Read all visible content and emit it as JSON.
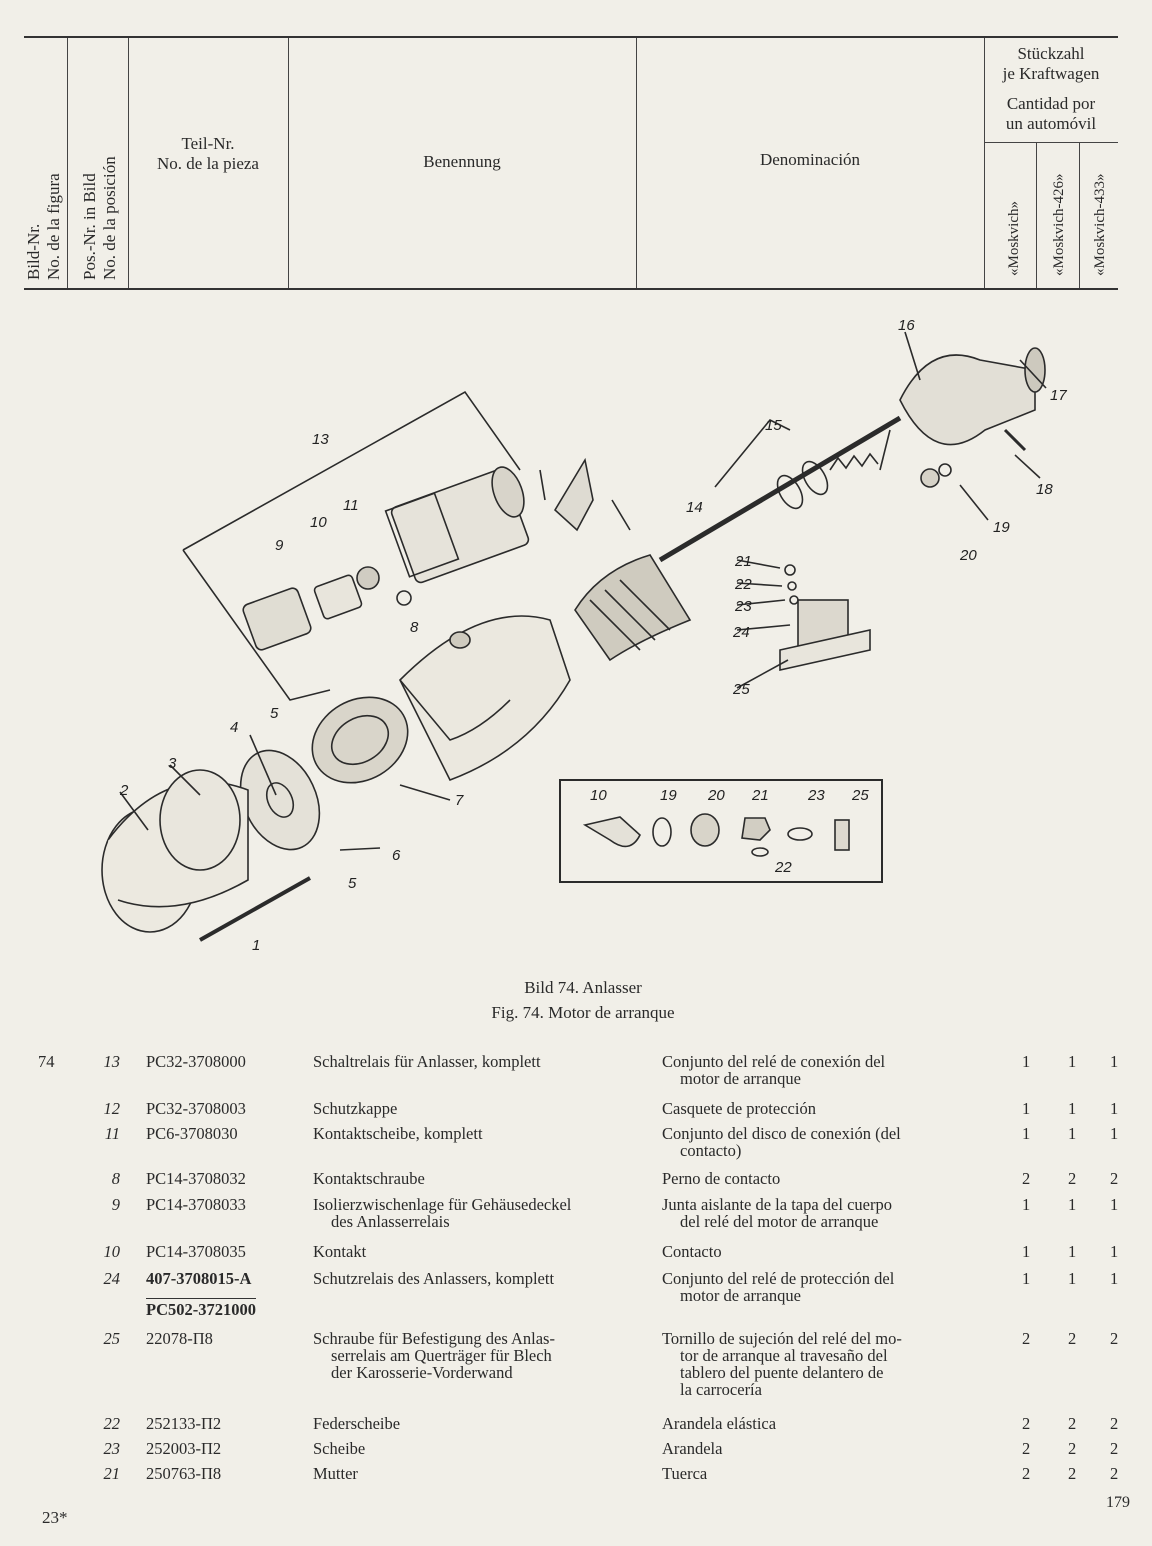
{
  "header": {
    "bild_nr": "Bild-Nr.",
    "no_figura": "No. de la figura",
    "pos_nr": "Pos.-Nr. in Bild",
    "no_posicion": "No. de la posición",
    "teil_nr": "Teil-Nr.",
    "no_pieza": "No. de la pieza",
    "benennung": "Benennung",
    "denominacion": "Denominación",
    "stueckzahl_1": "Stückzahl",
    "stueckzahl_2": "je Kraftwagen",
    "cantidad_1": "Cantidad por",
    "cantidad_2": "un automóvil",
    "model_1": "«Moskvich»",
    "model_2": "«Moskvich-426»",
    "model_3": "«Moskvich-433»"
  },
  "figure": {
    "caption_de": "Bild 74. Anlasser",
    "caption_es": "Fig. 74. Motor de arranque",
    "callouts": [
      "1",
      "2",
      "3",
      "4",
      "5",
      "5",
      "6",
      "7",
      "8",
      "9",
      "10",
      "11",
      "13",
      "14",
      "15",
      "16",
      "17",
      "18",
      "19",
      "20",
      "21",
      "22",
      "23",
      "24",
      "25"
    ],
    "inset_callouts": [
      "10",
      "19",
      "20",
      "21",
      "23",
      "25",
      "22"
    ]
  },
  "parts": [
    {
      "bild": "74",
      "pos": "13",
      "teil": "PC32-3708000",
      "ben": [
        "Schaltrelais für Anlasser, komplett"
      ],
      "den": [
        "Conjunto del relé de conexión del",
        "motor de arranque"
      ],
      "q": [
        "1",
        "1",
        "1"
      ]
    },
    {
      "bild": "",
      "pos": "12",
      "teil": "PC32-3708003",
      "ben": [
        "Schutzkappe"
      ],
      "den": [
        "Casquete de protección"
      ],
      "q": [
        "1",
        "1",
        "1"
      ]
    },
    {
      "bild": "",
      "pos": "11",
      "teil": "PC6-3708030",
      "ben": [
        "Kontaktscheibe, komplett"
      ],
      "den": [
        "Conjunto del disco de conexión (del",
        "contacto)"
      ],
      "q": [
        "1",
        "1",
        "1"
      ]
    },
    {
      "bild": "",
      "pos": "8",
      "teil": "PC14-3708032",
      "ben": [
        "Kontaktschraube"
      ],
      "den": [
        "Perno de contacto"
      ],
      "q": [
        "2",
        "2",
        "2"
      ]
    },
    {
      "bild": "",
      "pos": "9",
      "teil": "PC14-3708033",
      "ben": [
        "Isolierzwischenlage für Gehäusedeckel",
        "des Anlasserrelais"
      ],
      "den": [
        "Junta aislante de la tapa del cuerpo",
        "del relé del motor de arranque"
      ],
      "q": [
        "1",
        "1",
        "1"
      ]
    },
    {
      "bild": "",
      "pos": "10",
      "teil": "PC14-3708035",
      "ben": [
        "Kontakt"
      ],
      "den": [
        "Contacto"
      ],
      "q": [
        "1",
        "1",
        "1"
      ]
    },
    {
      "bild": "",
      "pos": "24",
      "teil": "407-3708015-A",
      "teil2": "PC502-3721000",
      "ben": [
        "Schutzrelais des Anlassers, komplett"
      ],
      "den": [
        "Conjunto del relé de protección del",
        "motor de arranque"
      ],
      "q": [
        "1",
        "1",
        "1"
      ]
    },
    {
      "bild": "",
      "pos": "25",
      "teil": "22078-П8",
      "ben": [
        "Schraube für Befestigung des Anlas-",
        "serrelais am Querträger für Blech",
        "der Karosserie-Vorderwand"
      ],
      "den": [
        "Tornillo de sujeción del relé del mo-",
        "tor de arranque al travesaño del",
        "tablero del puente delantero de",
        "la carrocería"
      ],
      "q": [
        "2",
        "2",
        "2"
      ]
    },
    {
      "bild": "",
      "pos": "22",
      "teil": "252133-П2",
      "ben": [
        "Federscheibe"
      ],
      "den": [
        "Arandela elástica"
      ],
      "q": [
        "2",
        "2",
        "2"
      ]
    },
    {
      "bild": "",
      "pos": "23",
      "teil": "252003-П2",
      "ben": [
        "Scheibe"
      ],
      "den": [
        "Arandela"
      ],
      "q": [
        "2",
        "2",
        "2"
      ]
    },
    {
      "bild": "",
      "pos": "21",
      "teil": "250763-П8",
      "ben": [
        "Mutter"
      ],
      "den": [
        "Tuerca"
      ],
      "q": [
        "2",
        "2",
        "2"
      ]
    }
  ],
  "footer": {
    "signature": "23*",
    "page": "179"
  }
}
